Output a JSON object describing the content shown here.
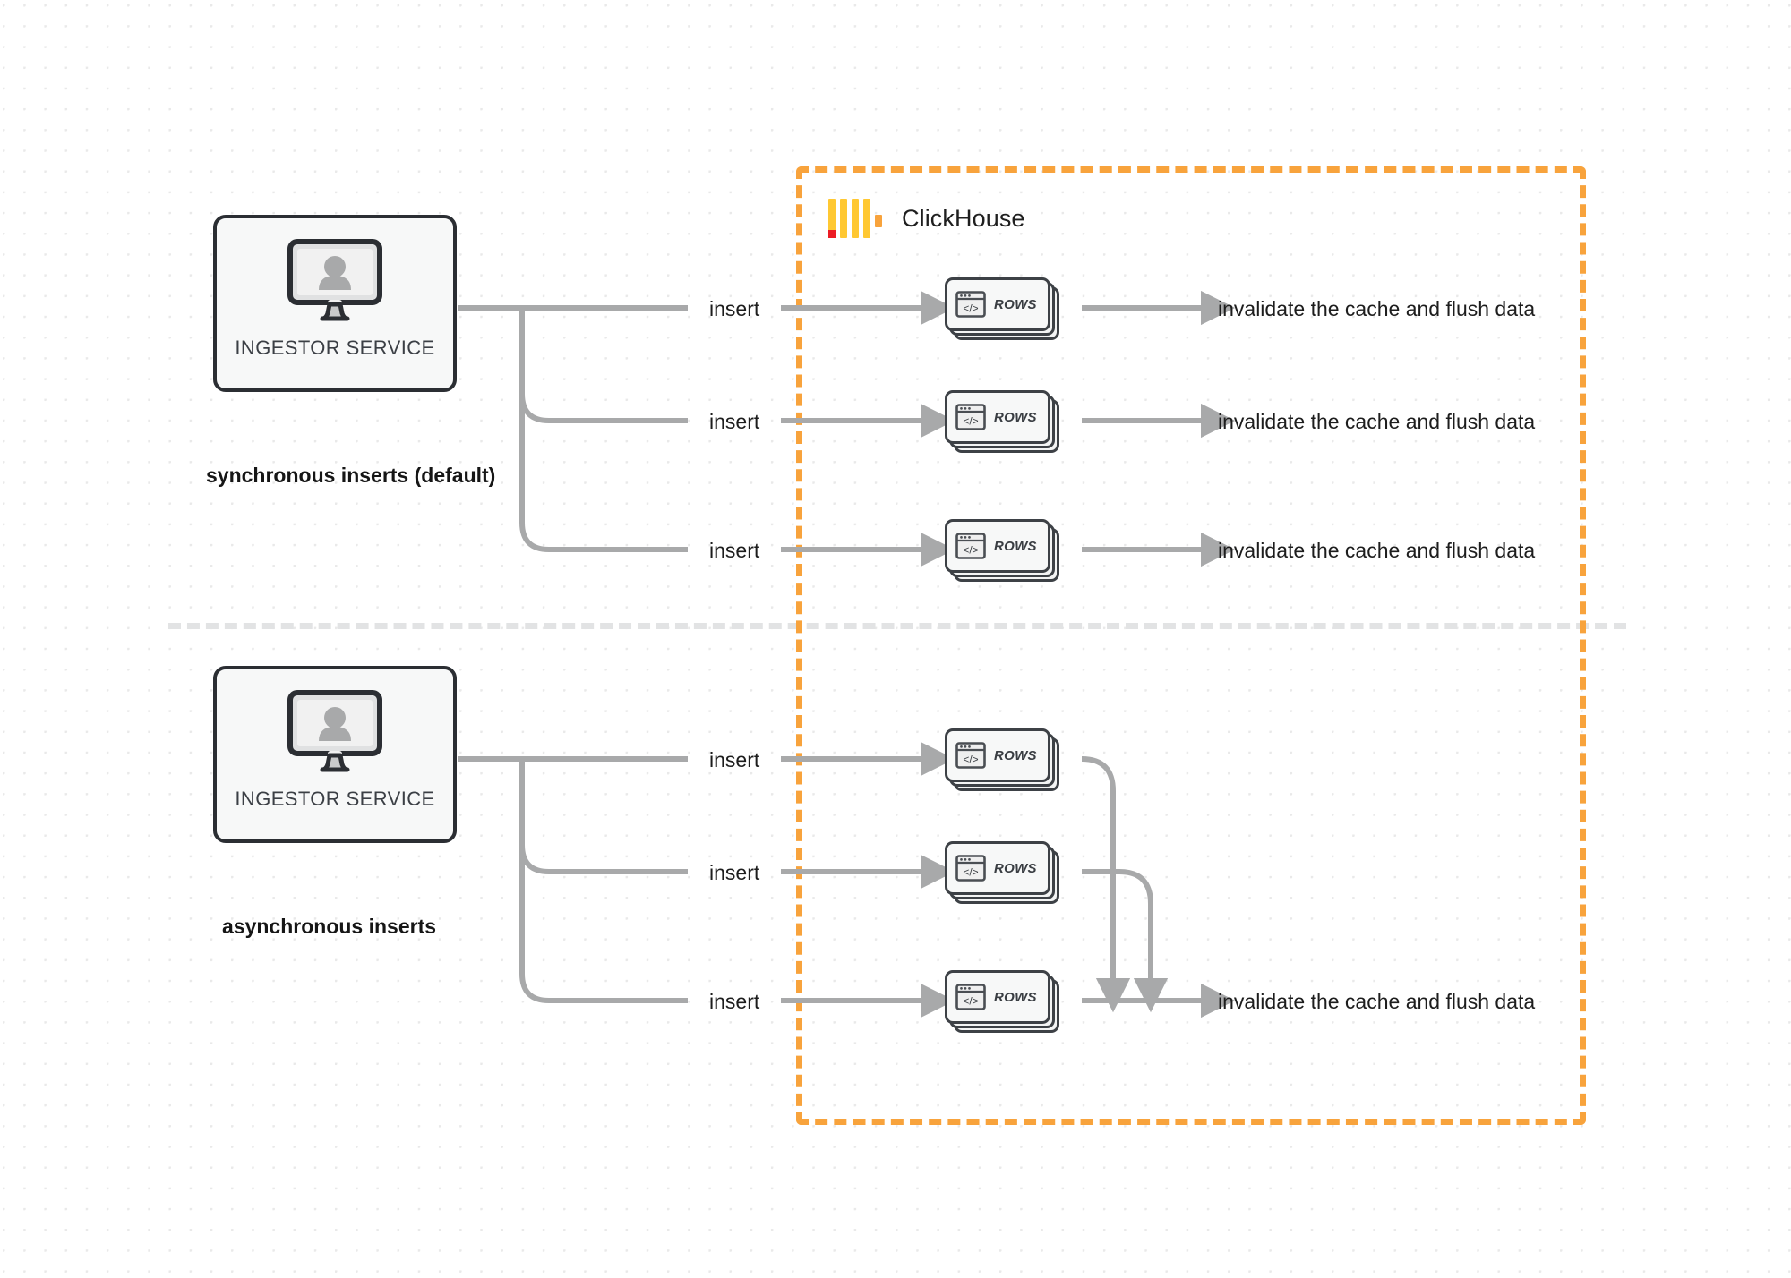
{
  "diagram": {
    "title": "ClickHouse synchronous vs asynchronous inserts",
    "background": "#ffffff",
    "accent_color": "#F8A33C",
    "line_color": "#A8A9AA",
    "node_border_color": "#2b2e33"
  },
  "clickhouse": {
    "name": "ClickHouse",
    "logo_icon": "clickhouse-logo-icon",
    "logo_bar_color": "#FFC832",
    "logo_accent_color": "#EC1C24"
  },
  "sections": [
    {
      "id": "sync",
      "caption": "synchronous inserts (default)",
      "ingestor": {
        "label": "INGESTOR SERVICE",
        "icon": "monitor-user-icon"
      },
      "flows": [
        {
          "insert_label": "insert",
          "rows_label": "ROWS",
          "result_label": "invalidate the cache and flush data"
        },
        {
          "insert_label": "insert",
          "rows_label": "ROWS",
          "result_label": "invalidate the cache and flush data"
        },
        {
          "insert_label": "insert",
          "rows_label": "ROWS",
          "result_label": "invalidate the cache and flush data"
        }
      ]
    },
    {
      "id": "async",
      "caption": "asynchronous inserts",
      "ingestor": {
        "label": "INGESTOR SERVICE",
        "icon": "monitor-user-icon"
      },
      "flows": [
        {
          "insert_label": "insert",
          "rows_label": "ROWS"
        },
        {
          "insert_label": "insert",
          "rows_label": "ROWS"
        },
        {
          "insert_label": "insert",
          "rows_label": "ROWS"
        }
      ],
      "result_label": "invalidate the cache and flush data"
    }
  ]
}
